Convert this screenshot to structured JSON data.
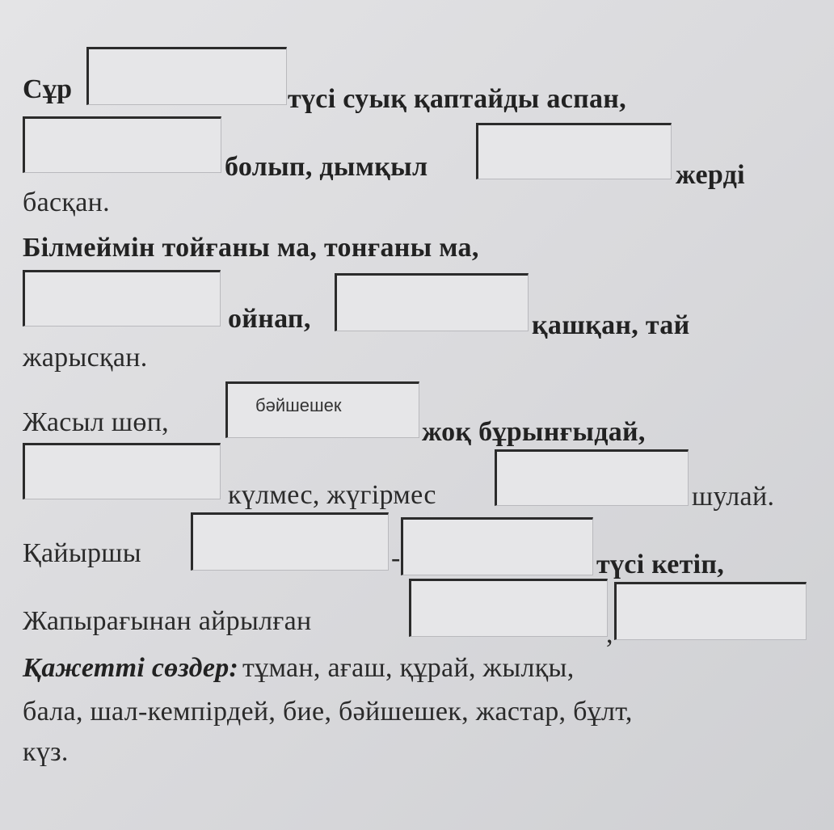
{
  "lines": {
    "l1a": "Сұр",
    "l1b": "түсі суық қаптайды аспан,",
    "l2a": "болып, дымқыл",
    "l2b": "жерді",
    "l3": "басқан.",
    "l4": "Білмеймін тойғаны ма, тонғаны ма,",
    "l5a": "ойнап,",
    "l5b": "қашқан, тай",
    "l6": "жарысқан.",
    "l7a": "Жасыл шөп,",
    "l7b": "жоқ бұрынғыдай,",
    "l8a": "күлмес, жүгірмес",
    "l8b": "шулай.",
    "l9a": "Қайыршы",
    "l9dash": "-",
    "l9b": "түсі кетіп,",
    "l10": "Жапырағынан айрылған",
    "l10comma": ",",
    "needed_label": "Қажетті сөздер:",
    "words1": "тұман, ағаш, құрай, жылқы,",
    "words2": "бала, шал-кемпірдей, бие, бәйшешек, жастар, бұлт,",
    "words3": "күз."
  },
  "blanks": {
    "filled": "бәйшешек"
  }
}
